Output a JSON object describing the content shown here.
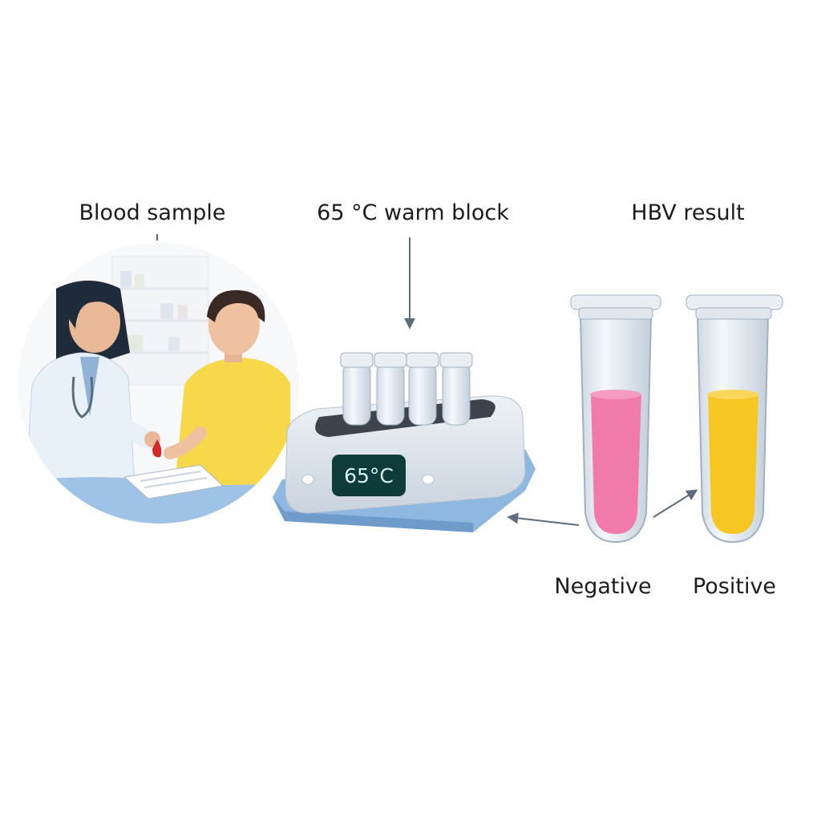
{
  "steps": {
    "sample_label": "Blood sample",
    "block_label": "65 °C warm block",
    "result_label": "HBV result"
  },
  "device": {
    "display_text": "65°C",
    "tube_count": 4
  },
  "results": {
    "negative_label": "Negative",
    "positive_label": "Positive",
    "negative_color": "#f07aa8",
    "positive_color": "#f6c623"
  },
  "colors": {
    "block_base": "#8fb8e0",
    "block_body": "#dfe6ee",
    "display_bg": "#0f3b3b",
    "lab_coat": "#e9f1f8",
    "patient_shirt": "#f7d84a",
    "arrow": "#5d6b7a"
  }
}
